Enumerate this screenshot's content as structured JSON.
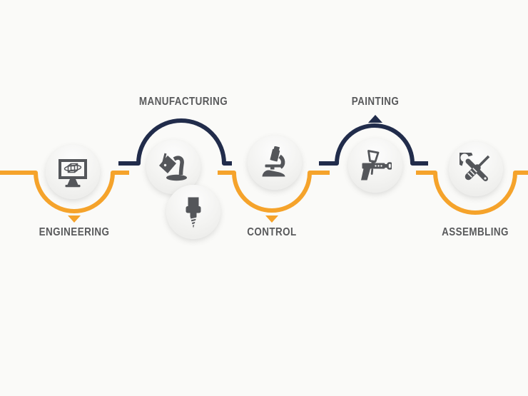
{
  "colors": {
    "bg": "#fafaf8",
    "orange": "#F5A32B",
    "navy": "#212C4B",
    "label": "#595A5C",
    "icon": "#54565A",
    "icon-detail": "#f1f1f0"
  },
  "stations": [
    {
      "label": "ENGINEERING",
      "side": "bottom",
      "line": "orange",
      "arrow": "down",
      "icons": [
        "cad-monitor"
      ]
    },
    {
      "label": "MANUFACTURING",
      "side": "top",
      "line": "navy",
      "arrow": "none",
      "icons": [
        "metal-casting",
        "milling-drill"
      ]
    },
    {
      "label": "CONTROL",
      "side": "bottom",
      "line": "orange",
      "arrow": "down",
      "icons": [
        "microscope"
      ]
    },
    {
      "label": "PAINTING",
      "side": "top",
      "line": "navy",
      "arrow": "up",
      "icons": [
        "spray-gun"
      ]
    },
    {
      "label": "ASSEMBLING",
      "side": "bottom",
      "line": "orange",
      "arrow": "none",
      "icons": [
        "wrench-screwdriver"
      ]
    }
  ]
}
